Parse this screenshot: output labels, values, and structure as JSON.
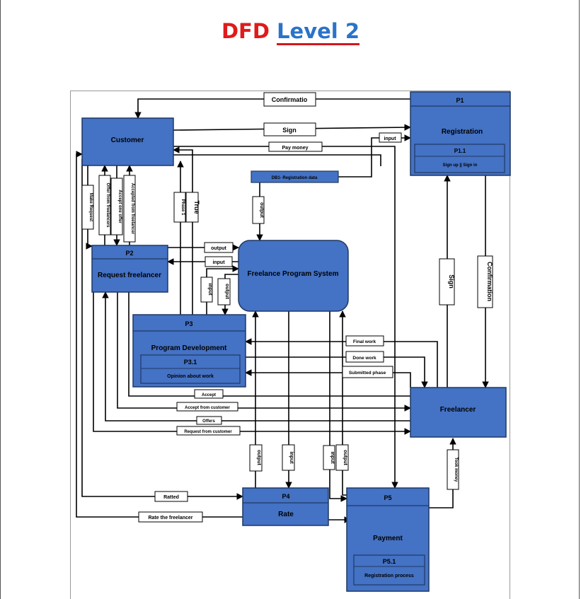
{
  "title": {
    "part1": "DFD",
    "part2": "Level 2"
  },
  "processes": {
    "customer": "Customer",
    "p1": {
      "id": "P1",
      "name": "Registration",
      "sub_id": "P1.1",
      "sub_name": "Sign up || Sign in"
    },
    "p2": {
      "id": "P2",
      "name": "Request freelancer"
    },
    "p3": {
      "id": "P3",
      "name": "Program Development",
      "sub_id": "P3.1",
      "sub_name": "Opinion about work"
    },
    "p4": {
      "id": "P4",
      "name": "Rate"
    },
    "p5": {
      "id": "P5",
      "name": "Payment",
      "sub_id": "P5.1",
      "sub_name": "Registration process"
    },
    "system": "Freelance Program System",
    "freelancer": "Freelancer",
    "db1": "DB1-   Registration data"
  },
  "flows": {
    "confirmatio": "Confirmatio",
    "sign_top": "Sign",
    "pay_money": "Pay money",
    "input_p1": "input",
    "output_db": "output",
    "output_p2": "output",
    "input_p2": "input",
    "input_p3": "input",
    "output_p3": "output",
    "phase1": "Phase 1",
    "true": "True",
    "make_request": "Make Request",
    "offer_from_freelancers": "Offer from freelancers",
    "accept_one_offer": "Accept one offer",
    "accepted_from_freelancer": "Accepted from freelancer",
    "sign_right": "Sign",
    "confirmation_right": "Confirmation",
    "final_work": "Final work",
    "done_work": "Done work",
    "submitted_phase": "Submitted phase",
    "accept": "Accept",
    "accept_from_customer": "Accept from customer",
    "offers": "Offers",
    "request_from_customer": "Request from customer",
    "output_p4": "output",
    "input_p4": "input",
    "input_p5": "input",
    "output_p5": "output",
    "took_money": "Took money",
    "ratted": "Ratted",
    "rate_the_freelancer": "Rate the freelancer"
  },
  "colors": {
    "box_fill": "#4472c4",
    "box_stroke": "#1f3864",
    "title_red": "#e01b1b",
    "title_blue": "#2a73c9"
  }
}
